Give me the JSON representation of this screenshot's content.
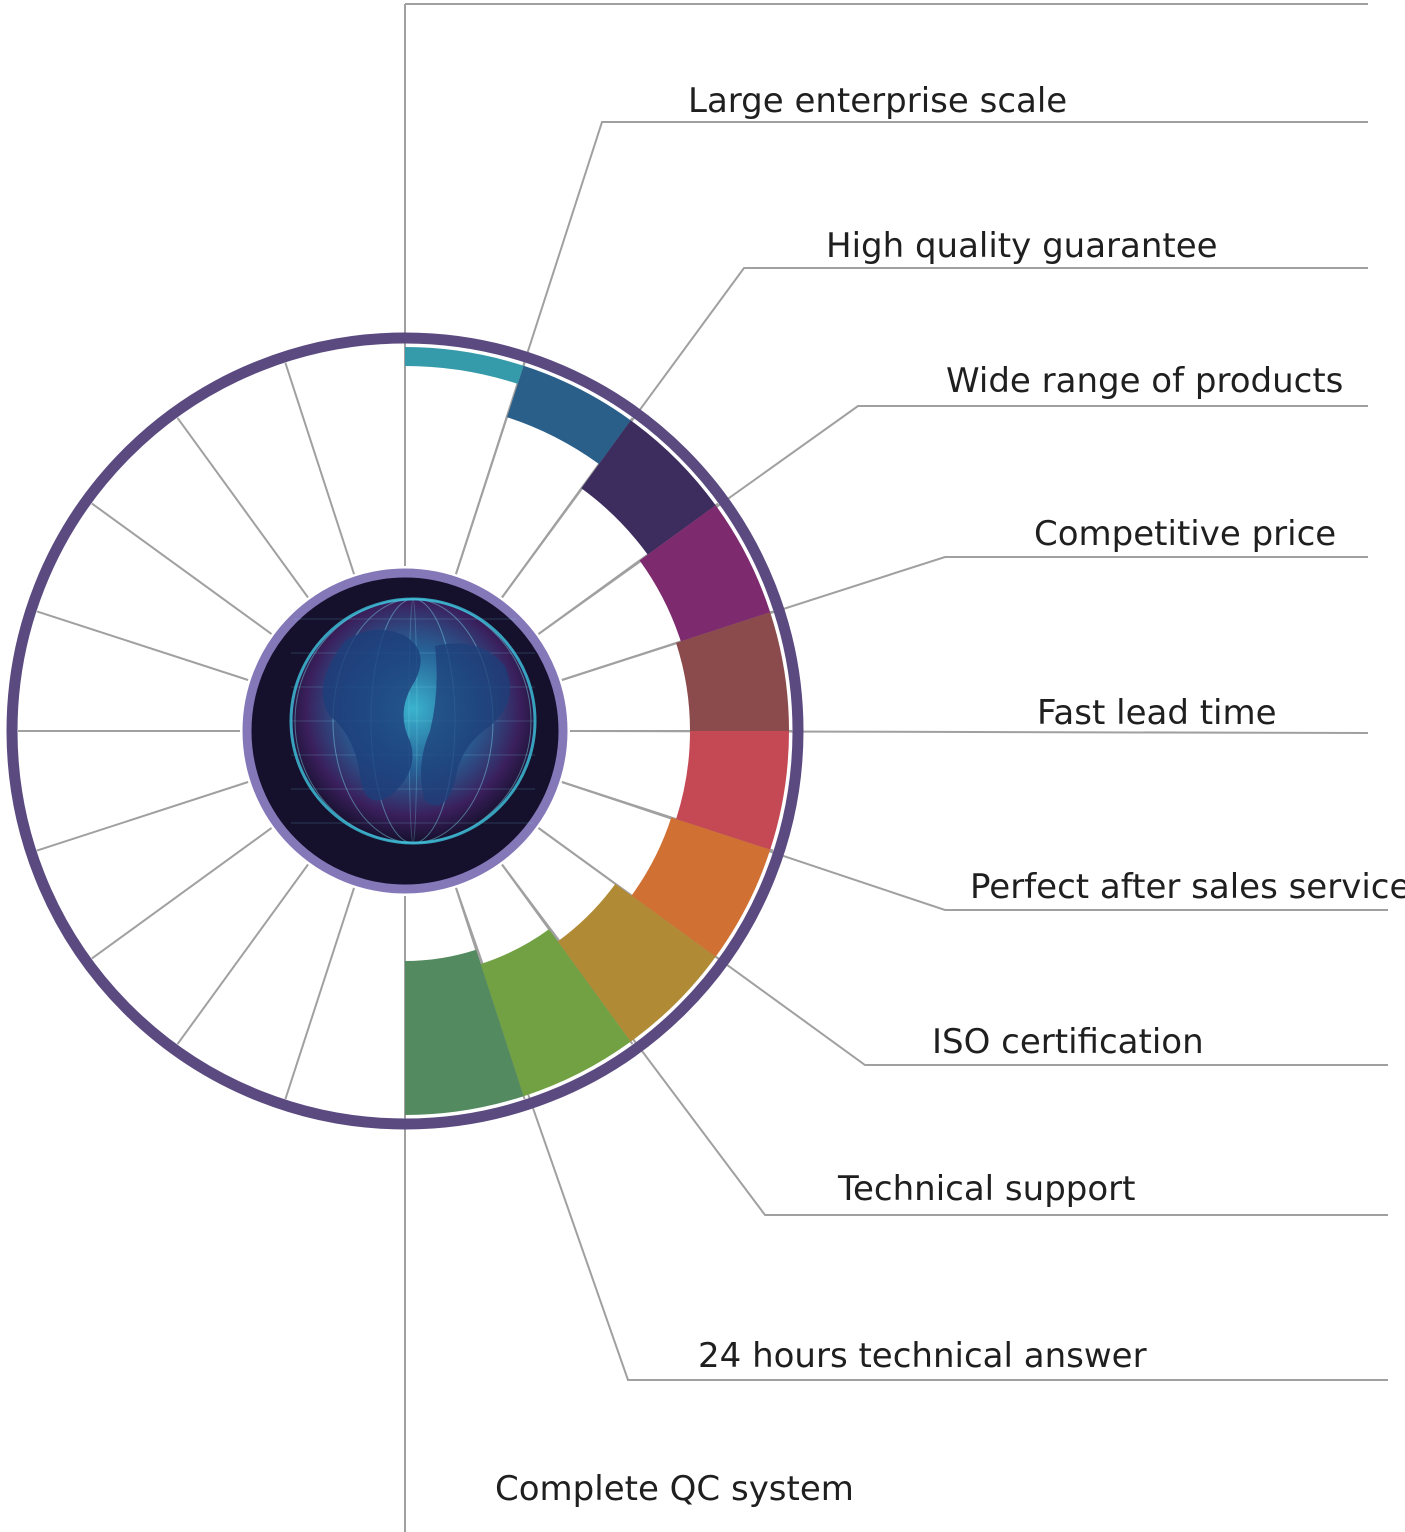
{
  "diagram": {
    "ring_color": "#5a4a80",
    "inner_ring_color": "#8478b8",
    "globe_colors": {
      "dark": "#15102c",
      "mid": "#3a1f5c",
      "glow": "#3ec5e0"
    },
    "advantages": [
      {
        "label": "Large enterprise scale",
        "color": "#359aaa"
      },
      {
        "label": "High quality guarantee",
        "color": "#2a5f8a"
      },
      {
        "label": "Wide range of products",
        "color": "#3d2c5e"
      },
      {
        "label": "Competitive price",
        "color": "#7d2b6e"
      },
      {
        "label": "Fast lead time",
        "color": "#8b4a4b"
      },
      {
        "label": "Perfect after sales service",
        "color": "#c44955"
      },
      {
        "label": "ISO certification",
        "color": "#d07033"
      },
      {
        "label": "Technical support",
        "color": "#b18a36"
      },
      {
        "label": "24 hours technical answer",
        "color": "#72a144"
      },
      {
        "label": "Complete QC system",
        "color": "#538a5f"
      }
    ]
  }
}
